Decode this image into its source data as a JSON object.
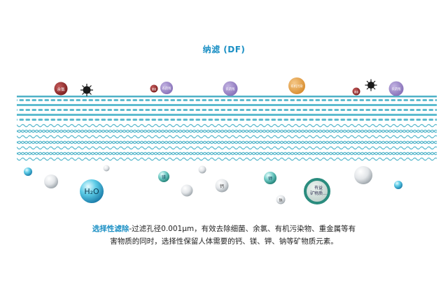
{
  "title": "纳滤 (DF)",
  "colors": {
    "accent": "#1a8fc4",
    "membrane": "#58b8cc",
    "chlorine": "#9b3030",
    "bacteria": "#1a1a1a",
    "heavy_metal": "#b03030",
    "organic": "#e9a84c",
    "pesticide": "#9d86c8",
    "mineral": "#2a8c7e"
  },
  "top_labels": {
    "chlorine": "余氯",
    "heavy_metal": "重金",
    "pesticide": "农药残",
    "organic": "有机污染"
  },
  "bottom_labels": {
    "water": "H₂O",
    "magnesium": "镁",
    "calcium": "钙",
    "potassium": "钾",
    "sodium": "钠",
    "mineral": "有益矿物质..."
  },
  "caption": {
    "highlight": "选择性滤除",
    "line1_rest": "-过滤孔径0.001μm，有效去除细菌、余氯、有机污染物、重金属等有",
    "line2": "害物质的同时，选择性保留人体需要的钙、镁、钾、钠等矿物质元素。"
  }
}
